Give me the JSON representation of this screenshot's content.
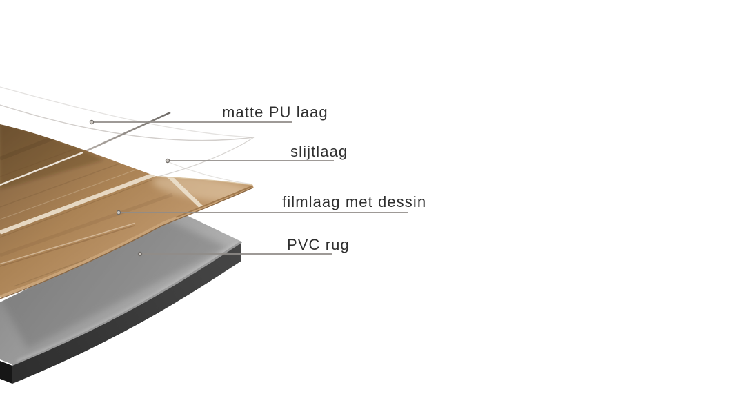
{
  "diagram": {
    "background_color": "#ffffff",
    "labels": [
      {
        "id": "matte-pu-laag",
        "text": "matte PU laag"
      },
      {
        "id": "slijtlaag",
        "text": "slijtlaag"
      },
      {
        "id": "filmlaag-met-dessin",
        "text": "filmlaag met dessin"
      },
      {
        "id": "pvc-rug",
        "text": "PVC rug"
      }
    ],
    "colors": {
      "label_text": "#2f2f2f",
      "leader_line": "#908c88",
      "marker_dot_fill": "#cbc6c0",
      "marker_dot_ring": "#6e6a66",
      "wood_dark": "#7d5e3e",
      "wood_light": "#c9a478",
      "plank_gap_stripe": "#ece0cc",
      "plank_edge": "#c9a377",
      "transparent_layer_curve": "#d2cecb",
      "slab_top_dark": "#8c8c8c",
      "slab_top_light": "#b8b8b8",
      "slab_front_face": "#3d3d3d",
      "slab_left_face": "#161616"
    }
  }
}
